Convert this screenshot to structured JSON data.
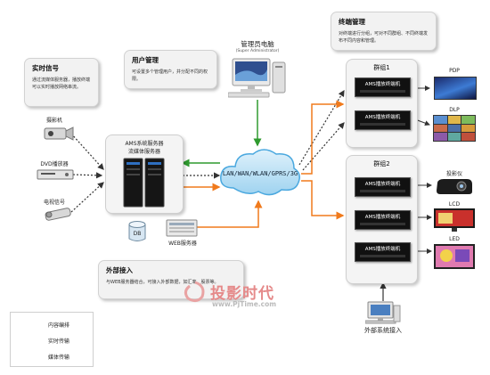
{
  "realtime_note": {
    "title": "实时信号",
    "desc": "通过流媒体服务器，播放终端可以实时播放网络串流。"
  },
  "user_note": {
    "title": "用户管理",
    "desc": "可设置多个管理用户，并分配不同的权限。"
  },
  "terminal_note": {
    "title": "终端管理",
    "desc": "对终端进行分组，可对不同群组、不同终端发布不同内容和管理。"
  },
  "external_note": {
    "title": "外部接入",
    "desc": "与WEB服务器结合，可接入外部数据，如汇率、股票等。"
  },
  "admin_pc": {
    "label": "管理员电脑",
    "sublabel": "(Super Administrator)"
  },
  "sources": {
    "camera": "摄影机",
    "dvd": "DVD播放器",
    "tv": "电视信号"
  },
  "server": {
    "title1": "AMS系统服务器",
    "title2": "流媒体服务器"
  },
  "network_label": "LAN/WAN/WLAN/GPRS/3G",
  "db_label": "DB",
  "web_server_label": "WEB服务器",
  "group1": {
    "title": "群组1",
    "terminals": [
      "AMS播放终端机",
      "AMS播放终端机"
    ]
  },
  "group2": {
    "title": "群组2",
    "terminals": [
      "AMS播放终端机",
      "AMS播放终端机",
      "AMS播放终端机"
    ]
  },
  "outputs": {
    "pdp": "PDP",
    "dlp": "DLP",
    "projector": "投影仪",
    "lcd": "LCD",
    "led": "LED"
  },
  "external_system_label": "外部系统接入",
  "legend": {
    "items": [
      "内容编排",
      "实时传输",
      "媒体传输"
    ]
  },
  "watermark": {
    "cn": "投影时代",
    "url": "www.PjTime.com"
  },
  "colors": {
    "content_edit": "#2f9a2f",
    "realtime": "#333333",
    "media": "#f07a1c",
    "line": "#3a3a3a"
  }
}
